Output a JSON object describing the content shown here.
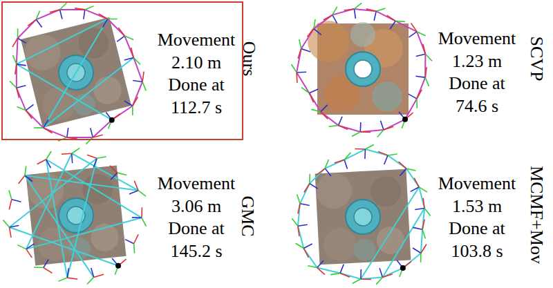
{
  "diagram": {
    "nodes": [
      {
        "text": [
          "Movement 2.10 m Done at 112.7 s",
          "Ours"
        ]
      }
    ],
    "labels": [
      "Movement 1.23 m Done at 74.6 s",
      "SCVP",
      "Movement 3.06 m Done at 145.2 s",
      "GMC",
      "Movement 1.53 m Done at 103.8 s",
      "MCMF+Mov"
    ]
  }
}
